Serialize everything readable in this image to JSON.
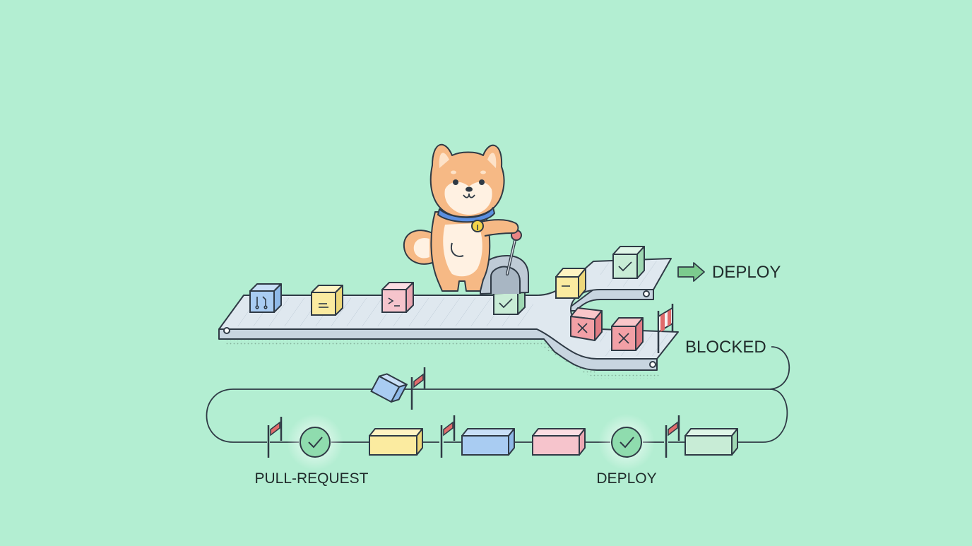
{
  "labels": {
    "deploy_exit": "DEPLOY",
    "blocked_exit": "BLOCKED",
    "pull_request": "PULL-REQUEST",
    "deploy_stage": "DEPLOY"
  },
  "icons": {
    "mascot": "shiba-inu-mascot",
    "lever": "switch-lever-icon",
    "deploy_arrow": "arrow-right-icon",
    "barrier": "barrier-gate-icon",
    "check": "checkmark-icon",
    "cross": "x-icon",
    "package": "package-box-icon"
  },
  "colors": {
    "background": "#b3eed2",
    "outline": "#2f3a45",
    "belt": "#dfe8ef",
    "blue_box": "#a9ccf2",
    "yellow_box": "#fbeba0",
    "pink_box": "#f6c4cc",
    "green_box": "#c8ecd6",
    "red_box": "#f2a0a6",
    "check_circle": "#8fdcae",
    "dog_fur": "#f6b985",
    "dog_collar": "#5b8fe0",
    "arrow_green": "#7ccb8e"
  }
}
